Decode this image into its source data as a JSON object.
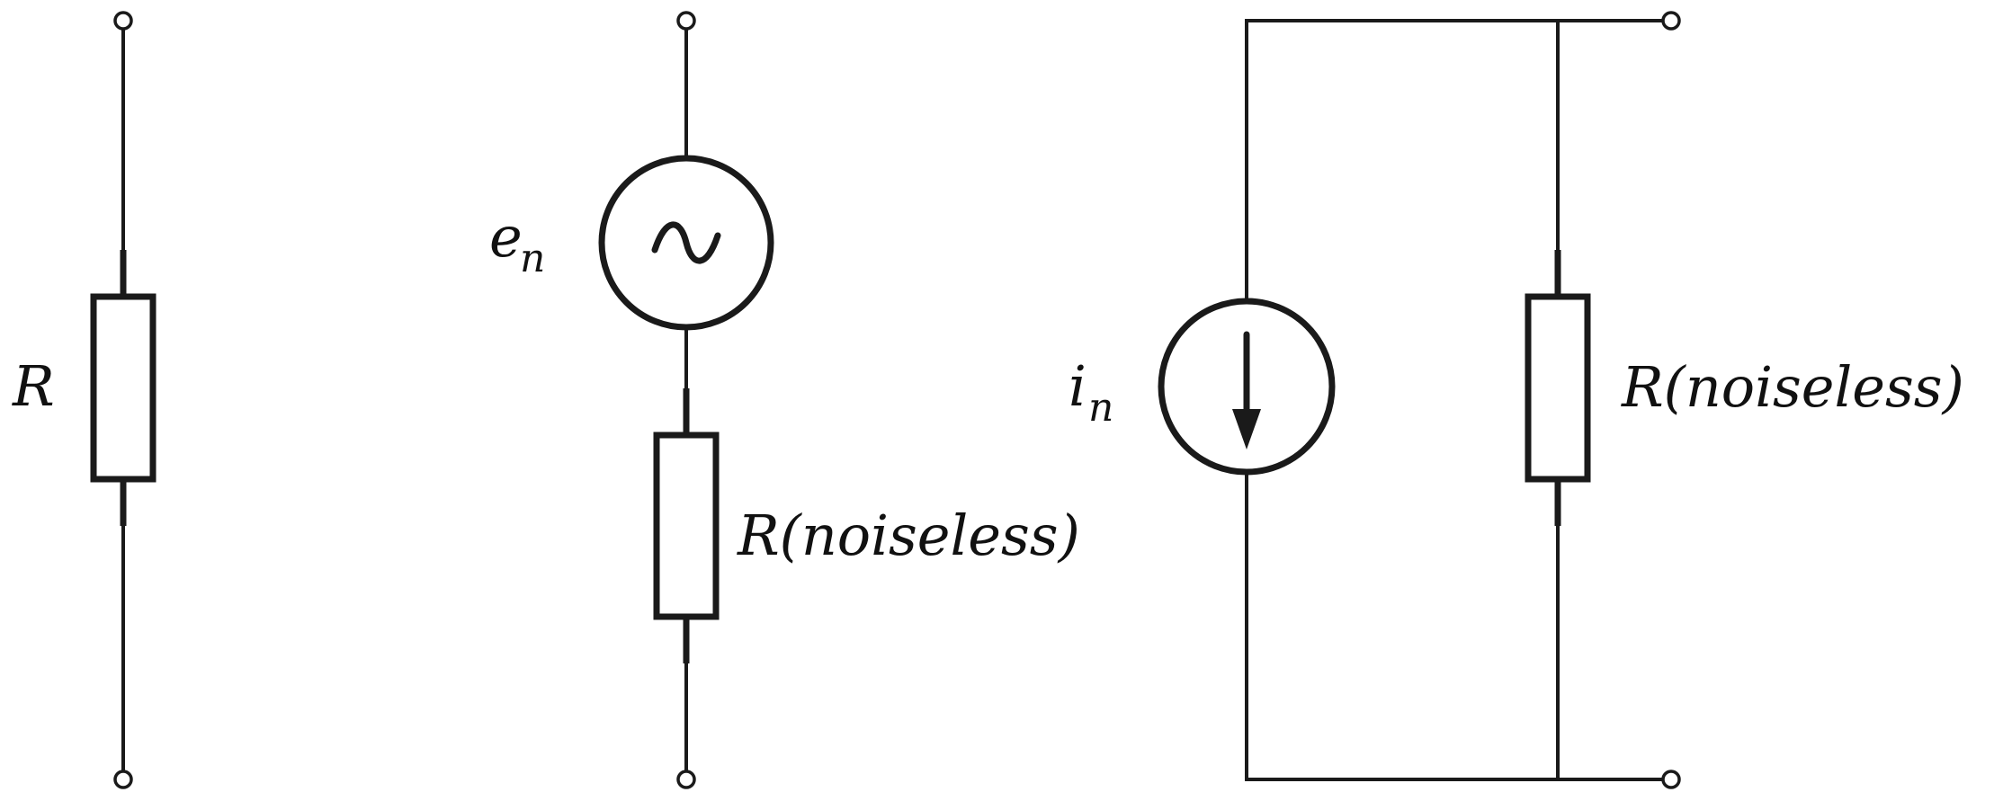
{
  "labels": {
    "r": "R",
    "en_main": "e",
    "en_sub": "n",
    "r_noiseless_series": "R(noiseless)",
    "in_main": "i",
    "in_sub": "n",
    "r_noiseless_parallel": "R(noiseless)"
  },
  "icons": {
    "voltage_source": "ac-voltage-source-icon",
    "current_source": "current-source-icon",
    "resistor": "resistor-icon",
    "terminal": "terminal-icon"
  }
}
